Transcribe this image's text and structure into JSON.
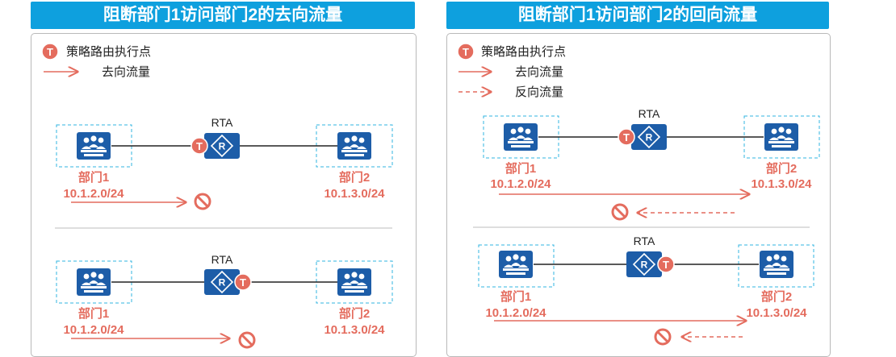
{
  "left_panel": {
    "title": "阻断部门1访问部门2的去向流量"
  },
  "right_panel": {
    "title": "阻断部门1访问部门2的回向流量"
  },
  "legend": {
    "policy_point": "策略路由执行点",
    "forward": "去向流量",
    "reverse": "反向流量",
    "badge": "T"
  },
  "router": {
    "name": "RTA",
    "glyph": "R"
  },
  "dept1": {
    "name": "部门1",
    "ip": "10.1.2.0/24"
  },
  "dept2": {
    "name": "部门2",
    "ip": "10.1.3.0/24"
  },
  "colors": {
    "accent": "#e46c5e",
    "title_bg": "#0ea0de",
    "device": "#1d5da8",
    "dashed_box": "#32b4e0"
  },
  "icons": [
    "policy-point-icon",
    "router-icon",
    "user-group-icon",
    "blocked-icon"
  ]
}
